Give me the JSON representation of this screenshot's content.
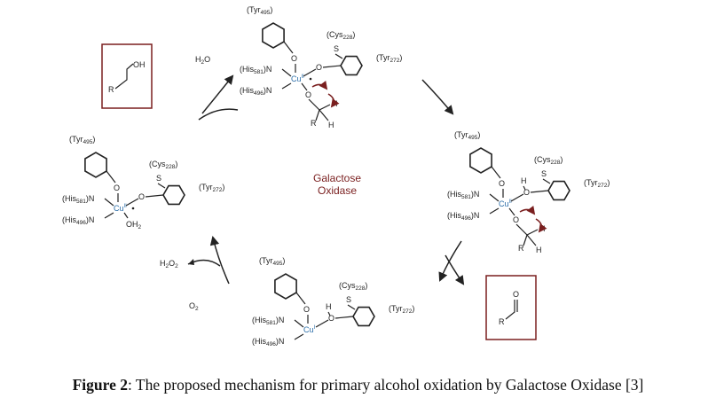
{
  "caption": {
    "label": "Figure 2",
    "text": ": The proposed mechanism for primary alcohol oxidation by Galactose Oxidase [3]"
  },
  "center_label": {
    "line1": "Galactose",
    "line2": "Oxidase"
  },
  "side_labels": {
    "h2o": "H",
    "h2o_sub": "2",
    "h2o_end": "O",
    "h2o2": "H",
    "h2o2_sub1": "2",
    "h2o2_mid": "O",
    "h2o2_sub2": "2",
    "o2": "O",
    "o2_sub": "2"
  },
  "substrate_box": {
    "oh": "OH",
    "r": "R"
  },
  "product_box": {
    "o": "O",
    "r": "R"
  },
  "residues": {
    "tyr495": "(Tyr",
    "tyr495_sub": "495",
    "cys228": "(Cys",
    "cys228_sub": "228",
    "tyr272": "(Tyr",
    "tyr272_sub": "272",
    "his581": "(His",
    "his581_sub": "581",
    "his496": "(His",
    "his496_sub": "496",
    "close": ")",
    "close_n": ")N"
  },
  "atoms": {
    "O": "O",
    "S": "S",
    "H": "H",
    "R": "R",
    "oh2": "OH",
    "oh2_sub": "2"
  },
  "copper": {
    "cu": "Cu",
    "ox2": "II",
    "ox1": "I"
  }
}
